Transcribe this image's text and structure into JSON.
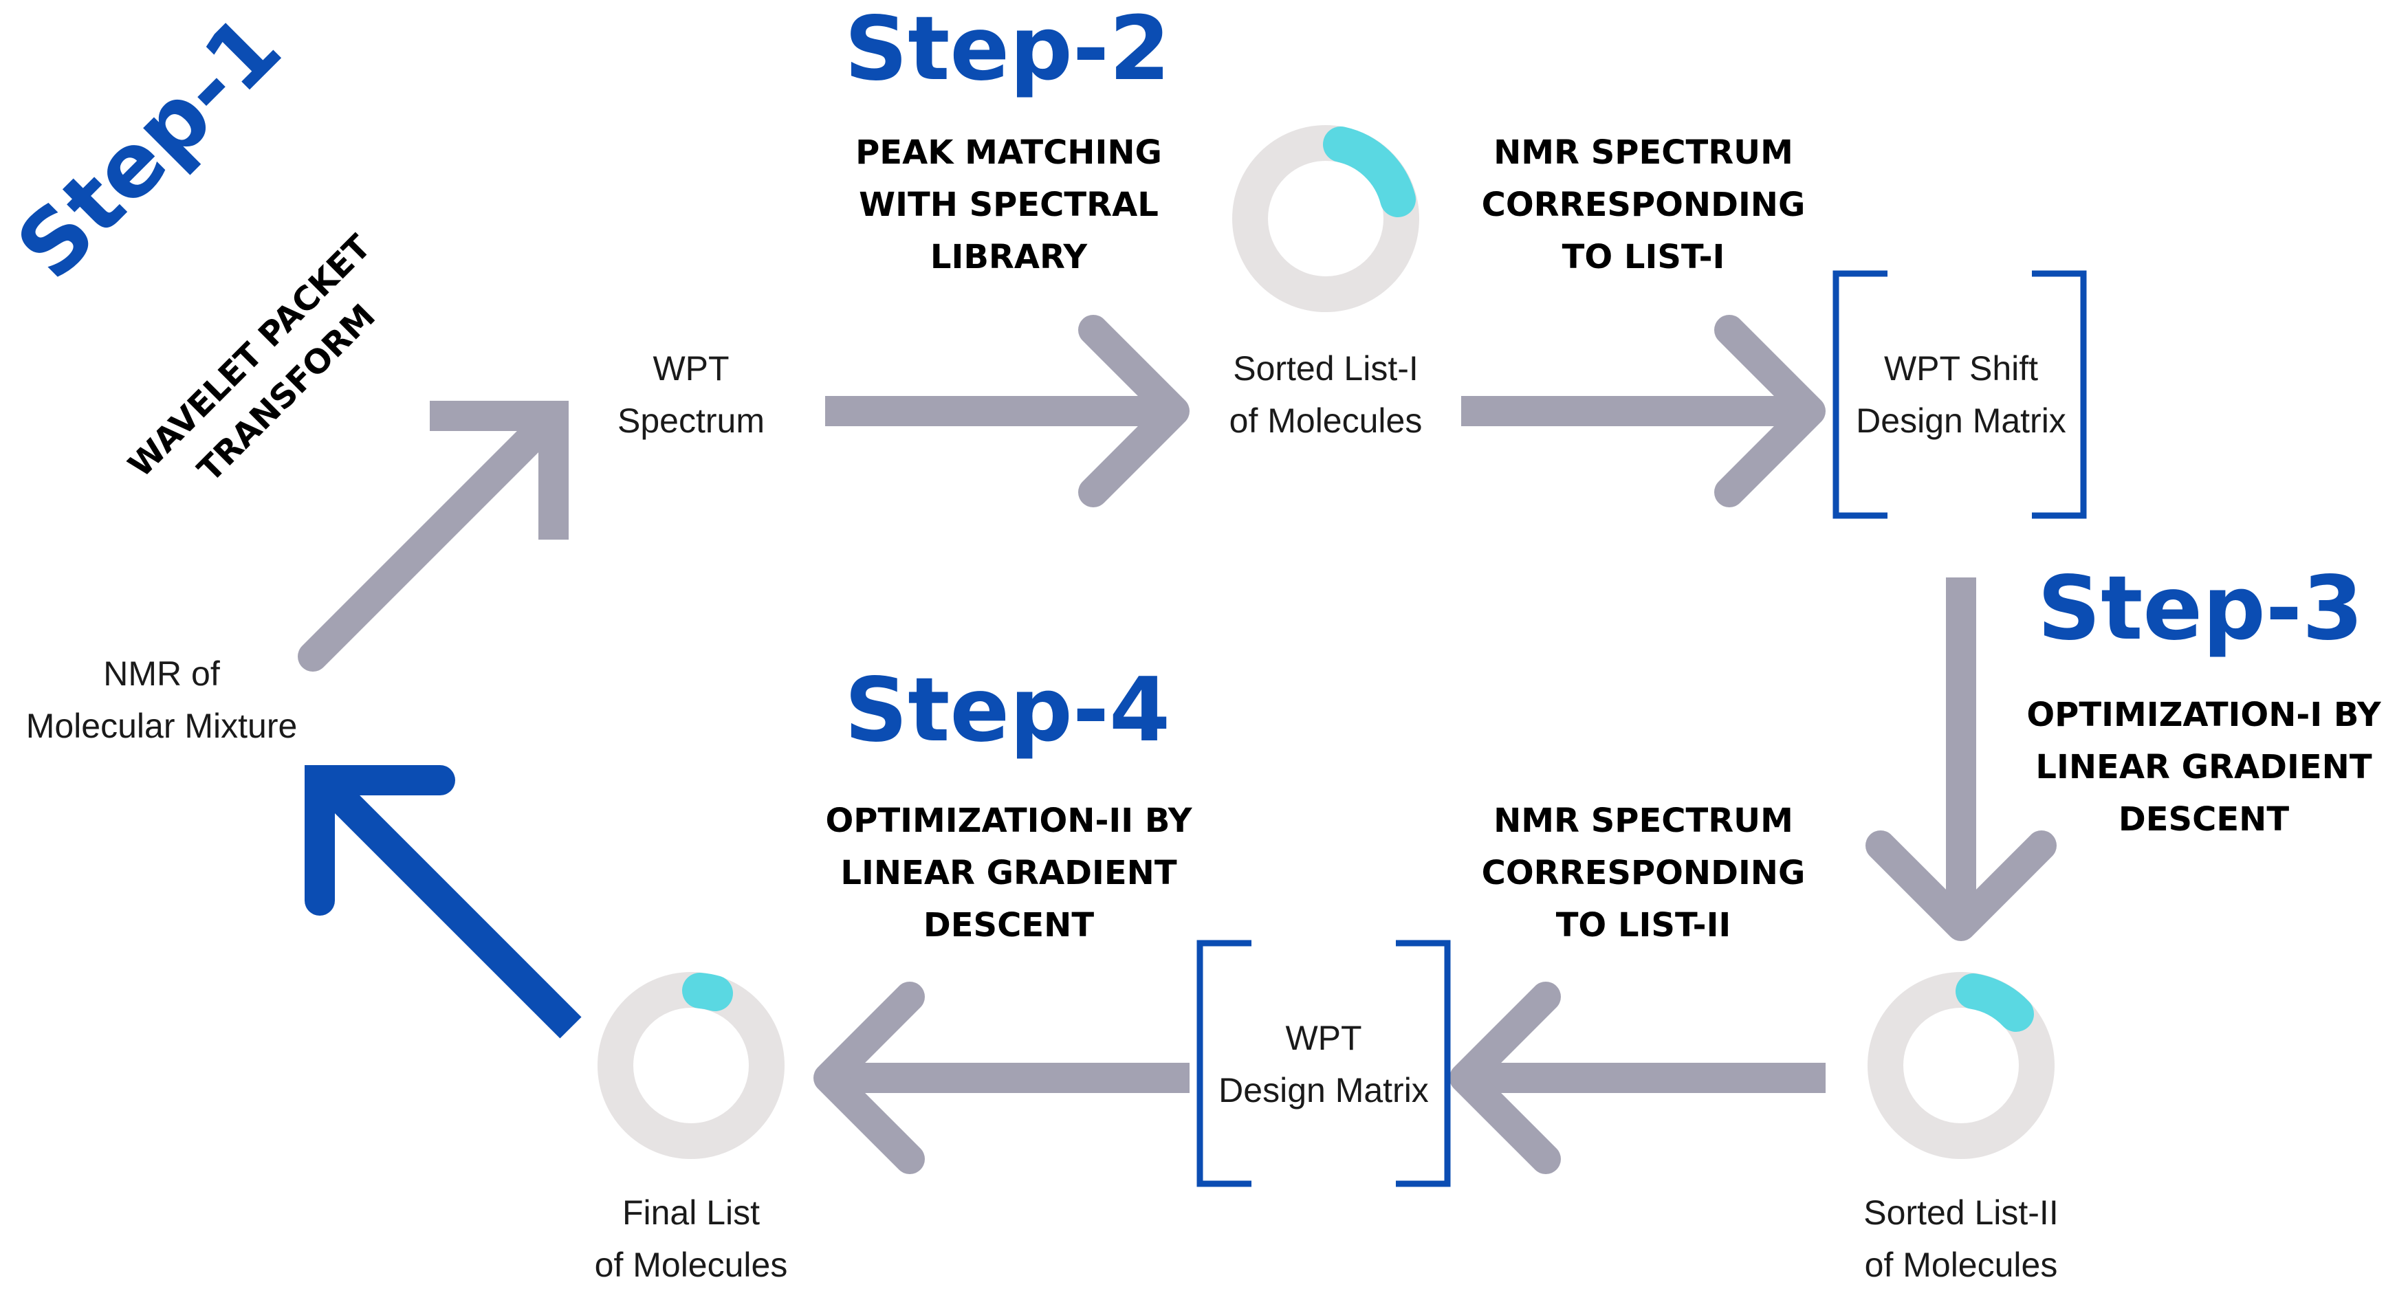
{
  "steps": {
    "step1": "Step-1",
    "step2": "Step-2",
    "step3": "Step-3",
    "step4": "Step-4"
  },
  "captions": {
    "wavelet": "WAVELET PACKET\nTRANSFORM",
    "peak_matching": "PEAK MATCHING\nWITH SPECTRAL\nLIBRARY",
    "nmr_list1": "NMR SPECTRUM\nCORRESPONDING\nTO LIST-I",
    "opt1": "OPTIMIZATION-I BY\nLINEAR GRADIENT\nDESCENT",
    "nmr_list2": "NMR SPECTRUM\nCORRESPONDING\nTO LIST-II",
    "opt2": "OPTIMIZATION-II BY\nLINEAR GRADIENT\nDESCENT"
  },
  "nodes": {
    "mixture": "NMR of\nMolecular Mixture",
    "wpt_spectrum": "WPT\nSpectrum",
    "sorted_list1": "Sorted List-I\nof Molecules",
    "shift_matrix": "WPT Shift\nDesign Matrix",
    "sorted_list2": "Sorted List-II\nof Molecules",
    "design_matrix": "WPT\nDesign Matrix",
    "final_list": "Final List\nof Molecules"
  },
  "colors": {
    "arrow_gray": "#a3a2b2",
    "arrow_blue": "#0b4db3",
    "ring_gray": "#e6e3e3",
    "ring_cyan": "#5ad8e2",
    "bracket_blue": "#0b4db3",
    "step_blue": "#0b4db3"
  }
}
